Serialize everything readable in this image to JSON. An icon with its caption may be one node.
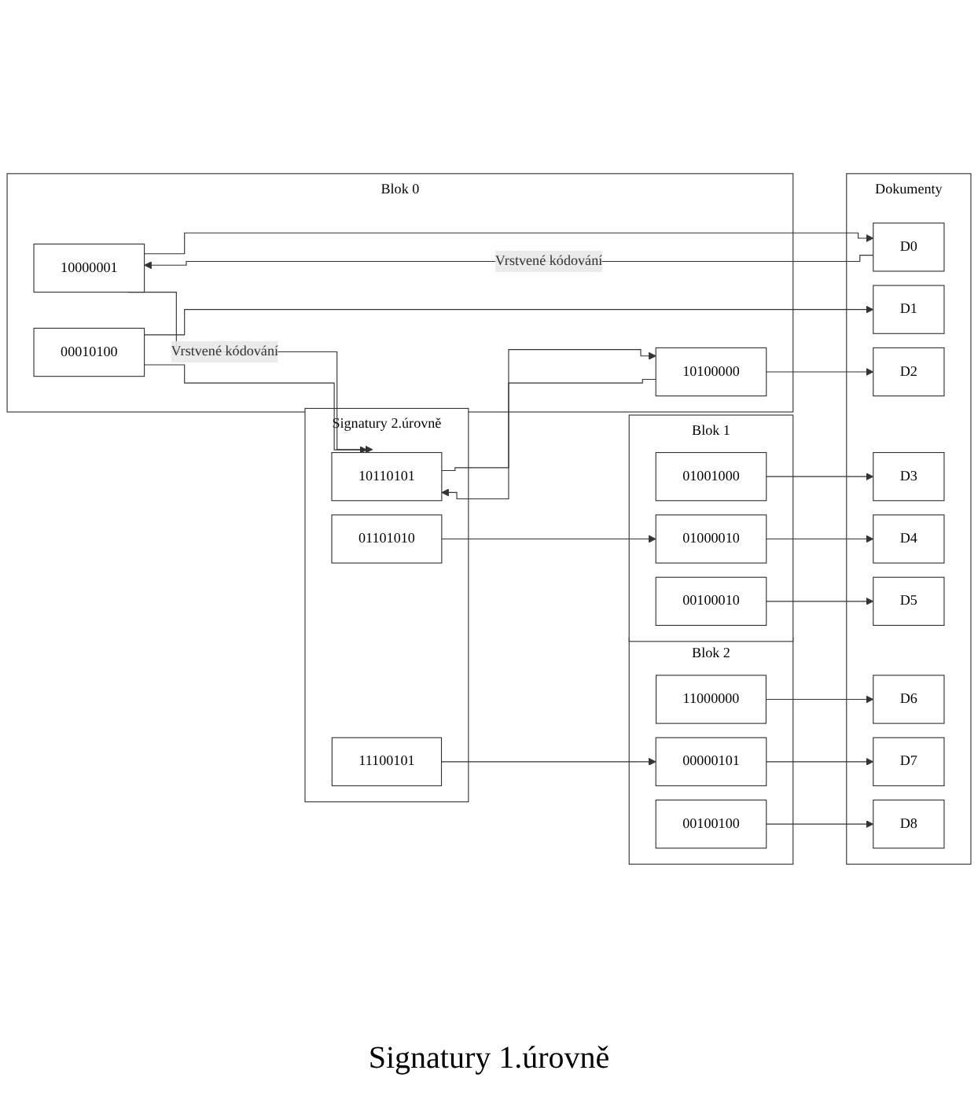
{
  "diagram": {
    "nodes": [
      {
        "text": [
          "Signatury 2.úrovně"
        ]
      },
      {
        "text": [
          "10110101"
        ],
        "in": 0
      },
      {
        "text": [
          "01101010"
        ],
        "in": 0
      },
      {
        "text": [
          "11100101"
        ],
        "in": 0
      },
      {
        "text": [
          "Blok 0"
        ]
      },
      {
        "text": [
          "10000001"
        ],
        "in": 4
      },
      {
        "text": [
          "00010100"
        ],
        "in": 4
      },
      {
        "text": [
          "10100000"
        ],
        "in": 4
      },
      {
        "text": [
          "Blok 1"
        ]
      },
      {
        "text": [
          "01001000"
        ],
        "in": 8
      },
      {
        "text": [
          "01000010"
        ],
        "in": 8
      },
      {
        "text": [
          "00100010"
        ],
        "in": 8
      },
      {
        "text": [
          "Blok 2"
        ]
      },
      {
        "text": [
          "11000000"
        ],
        "in": 12
      },
      {
        "text": [
          "00000101"
        ],
        "in": 12
      },
      {
        "text": [
          "00100100"
        ],
        "in": 12
      },
      {
        "text": [
          "Dokumenty"
        ]
      },
      {
        "text": [
          "D0"
        ],
        "in": 16
      },
      {
        "text": [
          "D1"
        ],
        "in": 16
      },
      {
        "text": [
          "D2"
        ],
        "in": 16
      },
      {
        "text": [
          "D3"
        ],
        "in": 16
      },
      {
        "text": [
          "D4"
        ],
        "in": 16
      },
      {
        "text": [
          "D5"
        ],
        "in": 16
      },
      {
        "text": [
          "D6"
        ],
        "in": 16
      },
      {
        "text": [
          "D7"
        ],
        "in": 16
      },
      {
        "text": [
          "D8"
        ],
        "in": 16
      }
    ],
    "edges": [
      {
        "from": 5,
        "to": 1,
        "arrow": "to",
        "label": "Vrstvené kódování"
      },
      {
        "from": 6,
        "to": 1,
        "arrow": "to"
      },
      {
        "from": 7,
        "to": 1,
        "arrow": "to"
      },
      {
        "from": 17,
        "to": 5,
        "arrow": "to",
        "label": "Vrstvené kódování"
      },
      {
        "from": 1,
        "to": 7,
        "arrow": "to"
      },
      {
        "from": 2,
        "to": 10,
        "arrow": "to"
      },
      {
        "from": 3,
        "to": 14,
        "arrow": "to"
      },
      {
        "from": 5,
        "to": 17,
        "arrow": "to"
      },
      {
        "from": 6,
        "to": 18,
        "arrow": "to"
      },
      {
        "from": 7,
        "to": 19,
        "arrow": "to"
      },
      {
        "from": 9,
        "to": 20,
        "arrow": "to"
      },
      {
        "from": 10,
        "to": 21,
        "arrow": "to"
      },
      {
        "from": 11,
        "to": 22,
        "arrow": "to"
      },
      {
        "from": 13,
        "to": 23,
        "arrow": "to"
      },
      {
        "from": 14,
        "to": 24,
        "arrow": "to"
      },
      {
        "from": 15,
        "to": 25,
        "arrow": "to"
      }
    ],
    "labels": [
      "Signatury 1.úrovně"
    ]
  }
}
